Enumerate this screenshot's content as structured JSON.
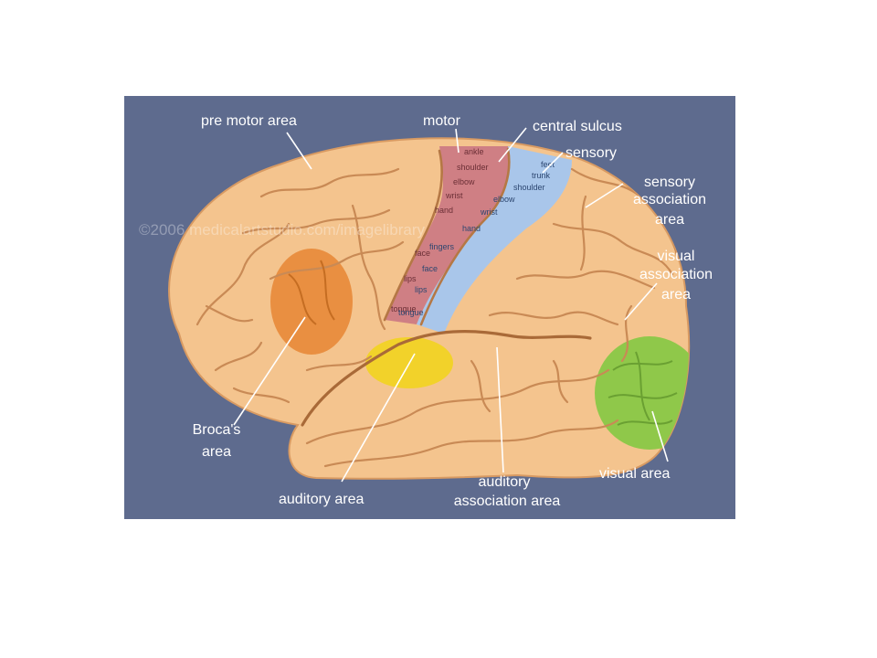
{
  "colors": {
    "background": "#5e6b8e",
    "brain": "#f4c48e",
    "motor": "#cf7f84",
    "sensory": "#a9c6ea",
    "broca": "#e88a38",
    "auditory": "#f2d22a",
    "visual": "#8fc84a",
    "label": "#ffffff"
  },
  "watermark": "©2006 medicalartstudio.com/imagelibrary",
  "labels": {
    "pre_motor_area": "pre motor area",
    "motor": "motor",
    "central_sulcus": "central sulcus",
    "sensory": "sensory",
    "sensory_association_line1": "sensory",
    "sensory_association_line2": "association",
    "sensory_association_line3": "area",
    "visual_association_line1": "visual",
    "visual_association_line2": "association",
    "visual_association_line3": "area",
    "broca_line1": "Broca's",
    "broca_line2": "area",
    "auditory_area": "auditory area",
    "auditory_association_line1": "auditory",
    "auditory_association_line2": "association area",
    "visual_area": "visual area"
  },
  "motor_strip": [
    "ankle",
    "shoulder",
    "elbow",
    "wrist",
    "hand",
    "face",
    "lips",
    "tongue"
  ],
  "sensory_strip": [
    "feet",
    "trunk",
    "shoulder",
    "elbow",
    "wrist",
    "hand",
    "fingers",
    "face",
    "lips",
    "tongue"
  ]
}
